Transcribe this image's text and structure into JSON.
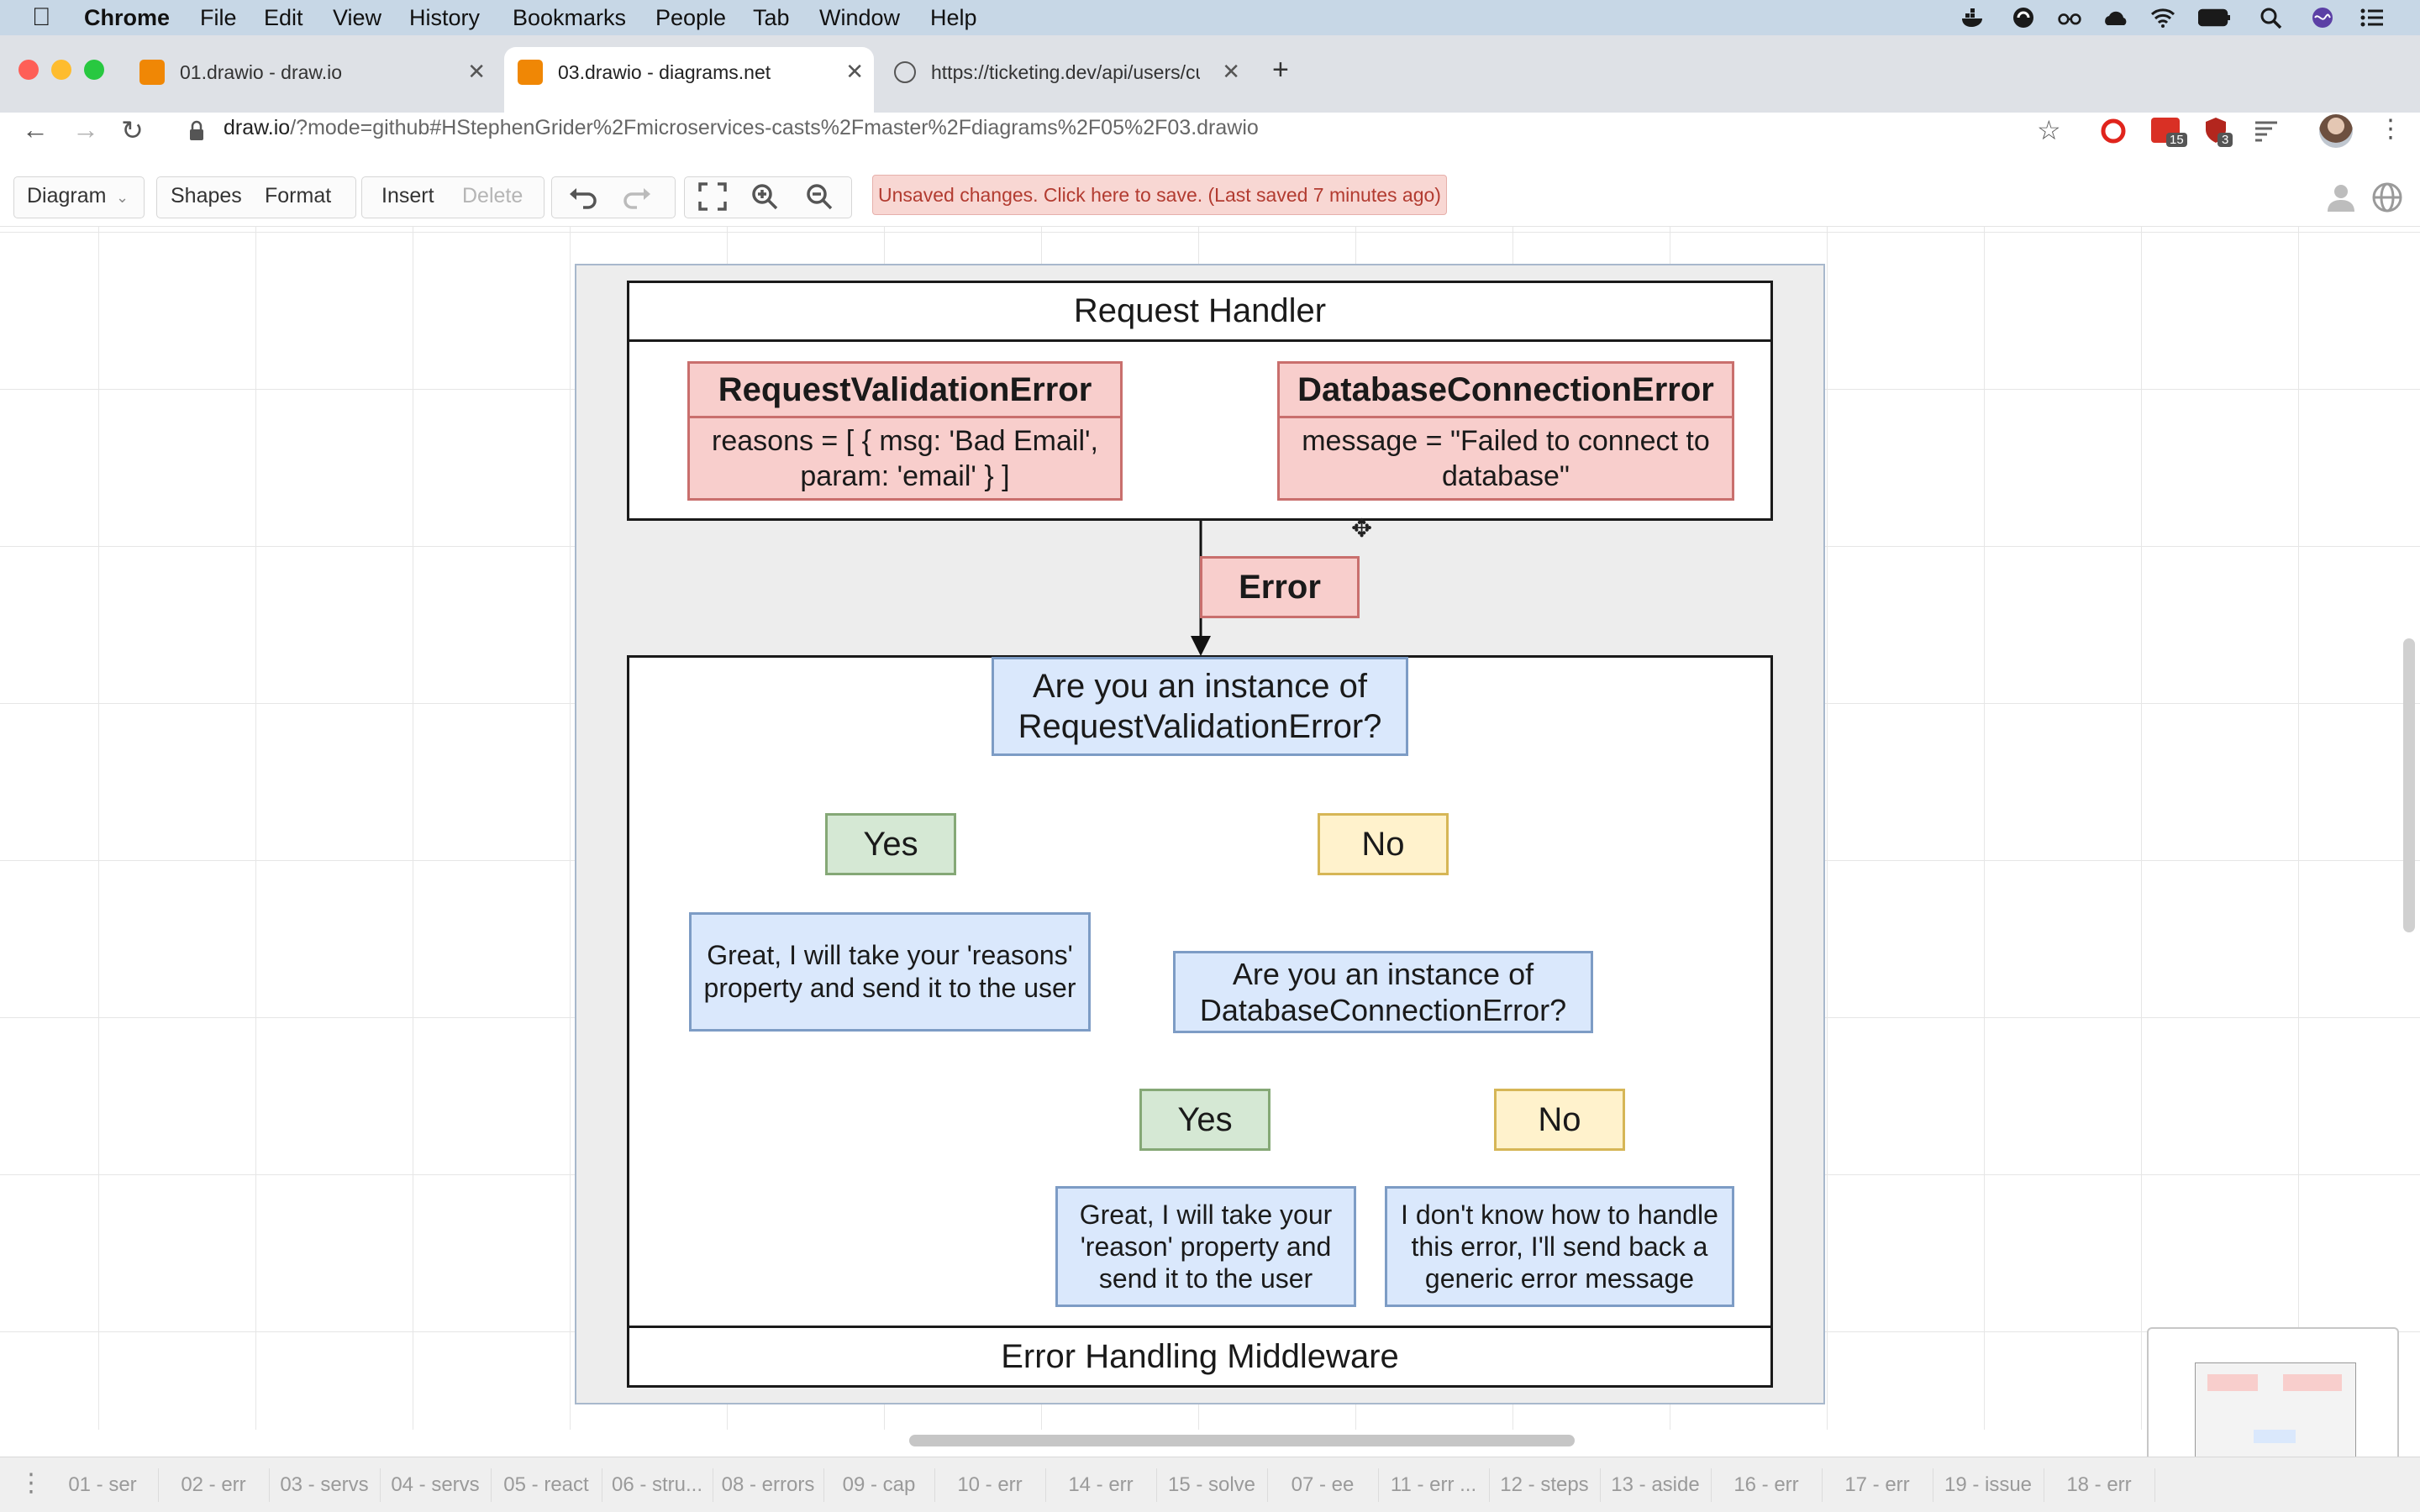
{
  "menubar": {
    "app": "Chrome",
    "items": [
      "File",
      "Edit",
      "View",
      "History",
      "Bookmarks",
      "People",
      "Tab",
      "Window",
      "Help"
    ]
  },
  "browser": {
    "tabs": [
      {
        "title": "01.drawio - draw.io"
      },
      {
        "title": "03.drawio - diagrams.net"
      },
      {
        "title": "https://ticketing.dev/api/users/cu"
      }
    ],
    "new_tab": "+",
    "url_host": "draw.io",
    "url_rest": "/?mode=github#HStephenGrider%2Fmicroservices-casts%2Fmaster%2Fdiagrams%2F05%2F03.drawio",
    "ext_badges": [
      "15",
      "3"
    ]
  },
  "toolbar": {
    "diagram": "Diagram",
    "shapes": "Shapes",
    "format": "Format",
    "insert": "Insert",
    "delete": "Delete",
    "unsaved": "Unsaved changes. Click here to save. (Last saved 7 minutes ago)"
  },
  "diagram": {
    "request_handler": "Request Handler",
    "rve_title": "RequestValidationError",
    "rve_body": "reasons = [ { msg: 'Bad Email', param: 'email' } ]",
    "dce_title": "DatabaseConnectionError",
    "dce_body": "message = \"Failed to connect to database\"",
    "error": "Error",
    "q1": "Are you an instance of RequestValidationError?",
    "yes1": "Yes",
    "no1": "No",
    "a1": "Great, I will take your 'reasons' property and send it to the user",
    "q2": "Are you an instance of DatabaseConnectionError?",
    "yes2": "Yes",
    "no2": "No",
    "a2": "Great, I will take your 'reason' property and send it to the user",
    "a3": "I don't know how to handle this error, I'll send back a generic error message",
    "middleware": "Error Handling Middleware"
  },
  "pages": [
    "01 - ser",
    "02 - err",
    "03 - servs",
    "04 - servs",
    "05 - react",
    "06 - stru...",
    "08 - errors",
    "09 - cap",
    "10 - err",
    "14 - err",
    "15 - solve",
    "07 - ee",
    "11 - err ...",
    "12 - steps",
    "13 - aside",
    "16 - err",
    "17 - err",
    "19 - issue",
    "18 - err"
  ],
  "colors": {
    "red_fill": "#f8cecc",
    "blue_fill": "#dae8fc",
    "green_fill": "#d5e8d4",
    "yellow_fill": "#fff2cc"
  }
}
